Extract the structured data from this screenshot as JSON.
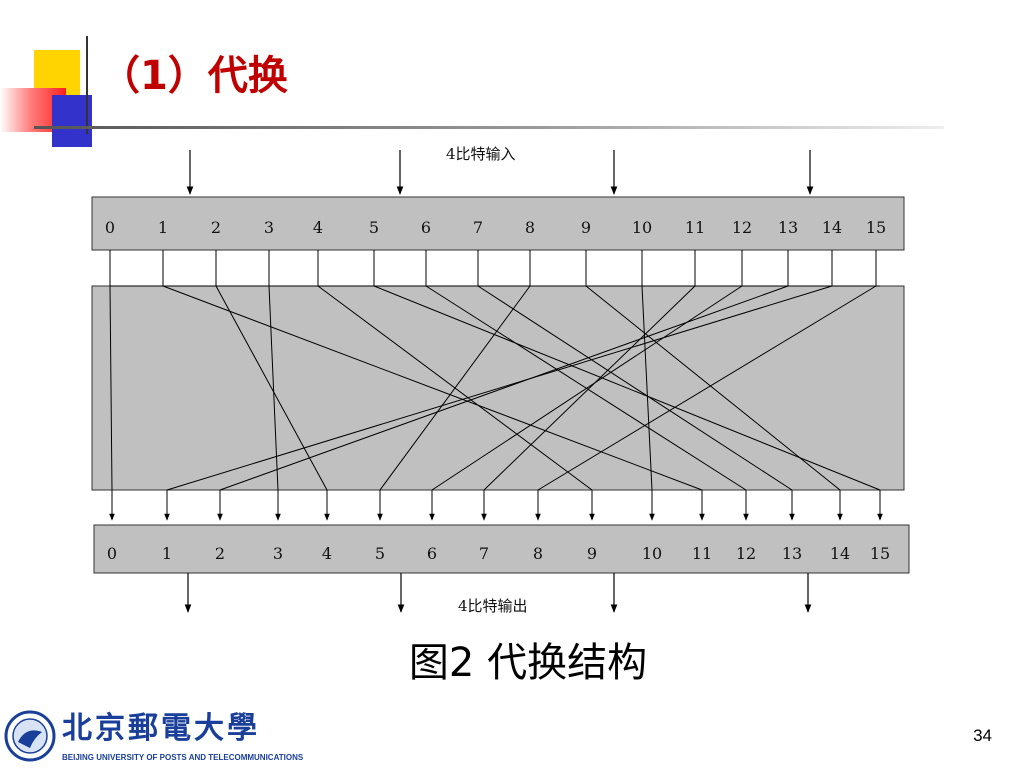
{
  "slide": {
    "title": "（1）代换",
    "caption": "图2 代换结构",
    "page_number": "34"
  },
  "diagram": {
    "input_label": "4比特输入",
    "output_label": "4比特输出",
    "input_bits": [
      "0",
      "1",
      "2",
      "3",
      "4",
      "5",
      "6",
      "7",
      "8",
      "9",
      "10",
      "11",
      "12",
      "13",
      "14",
      "15"
    ],
    "output_bits": [
      "0",
      "1",
      "2",
      "3",
      "4",
      "5",
      "6",
      "7",
      "8",
      "9",
      "10",
      "11",
      "12",
      "13",
      "14",
      "15"
    ],
    "permutation": [
      0,
      11,
      4,
      3,
      9,
      15,
      12,
      13,
      5,
      14,
      10,
      7,
      6,
      2,
      1,
      8
    ]
  },
  "logo": {
    "chinese_name": "北京郵電大學",
    "english_name": "BEIJING UNIVERSITY OF POSTS AND TELECOMMUNICATIONS",
    "emblem_icon": "university-emblem-icon"
  },
  "colors": {
    "title": "#c00000",
    "box_fill": "#c0c0c0",
    "logo": "#1a3f9a"
  }
}
